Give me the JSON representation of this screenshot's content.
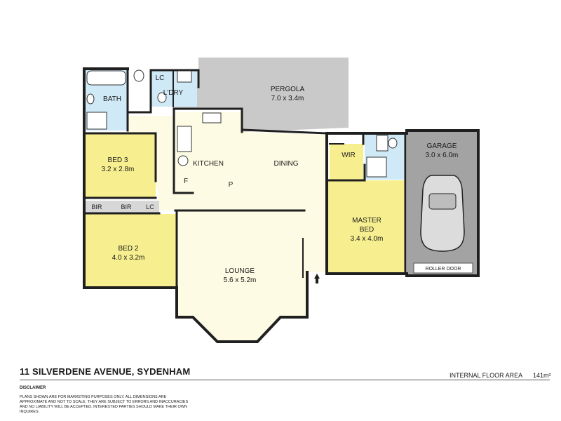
{
  "address": "11 SILVERDENE AVENUE, SYDENHAM",
  "internal_area": {
    "label": "INTERNAL FLOOR AREA",
    "value": "141m²"
  },
  "disclaimer": {
    "heading": "DISCLAIMER",
    "text": "PLANS SHOWN ARE FOR MARKETING PURPOSES ONLY. ALL DIMENSIONS ARE APPROXIMATE AND NOT TO SCALE. THEY ARE SUBJECT TO ERRORS AND INACCURACIES AND NO LIABILITY WILL BE ACCEPTED. INTERESTED PARTIES SHOULD MAKE THEIR OWN INQUIRES."
  },
  "rooms": {
    "pergola": {
      "name": "PERGOLA",
      "dims": "7.0 x 3.4m"
    },
    "bath": {
      "name": "BATH"
    },
    "lc_top": {
      "name": "LC"
    },
    "laundry": {
      "name": "L'DRY"
    },
    "bed3": {
      "name": "BED 3",
      "dims": "3.2 x 2.8m"
    },
    "kitchen": {
      "name": "KITCHEN"
    },
    "fridge": {
      "name": "F"
    },
    "pantry": {
      "name": "P"
    },
    "dining": {
      "name": "DINING"
    },
    "wir": {
      "name": "WIR"
    },
    "garage": {
      "name": "GARAGE",
      "dims": "3.0 x 6.0m"
    },
    "master_bed": {
      "name_line1": "MASTER",
      "name_line2": "BED",
      "dims": "3.4 x 4.0m"
    },
    "bir1": {
      "name": "BIR"
    },
    "bir2": {
      "name": "BIR"
    },
    "lc_mid": {
      "name": "LC"
    },
    "bed2": {
      "name": "BED 2",
      "dims": "4.0 x 3.2m"
    },
    "lounge": {
      "name": "LOUNGE",
      "dims": "5.6 x 5.2m"
    },
    "roller_door": {
      "name": "ROLLER DOOR"
    }
  },
  "colors": {
    "bedroom": "#f7ef8f",
    "living": "#fdfbe3",
    "wet_area": "#cfe9f7",
    "pergola": "#c9c9c9",
    "garage": "#a3a3a3",
    "wall": "#1f1f1f"
  }
}
